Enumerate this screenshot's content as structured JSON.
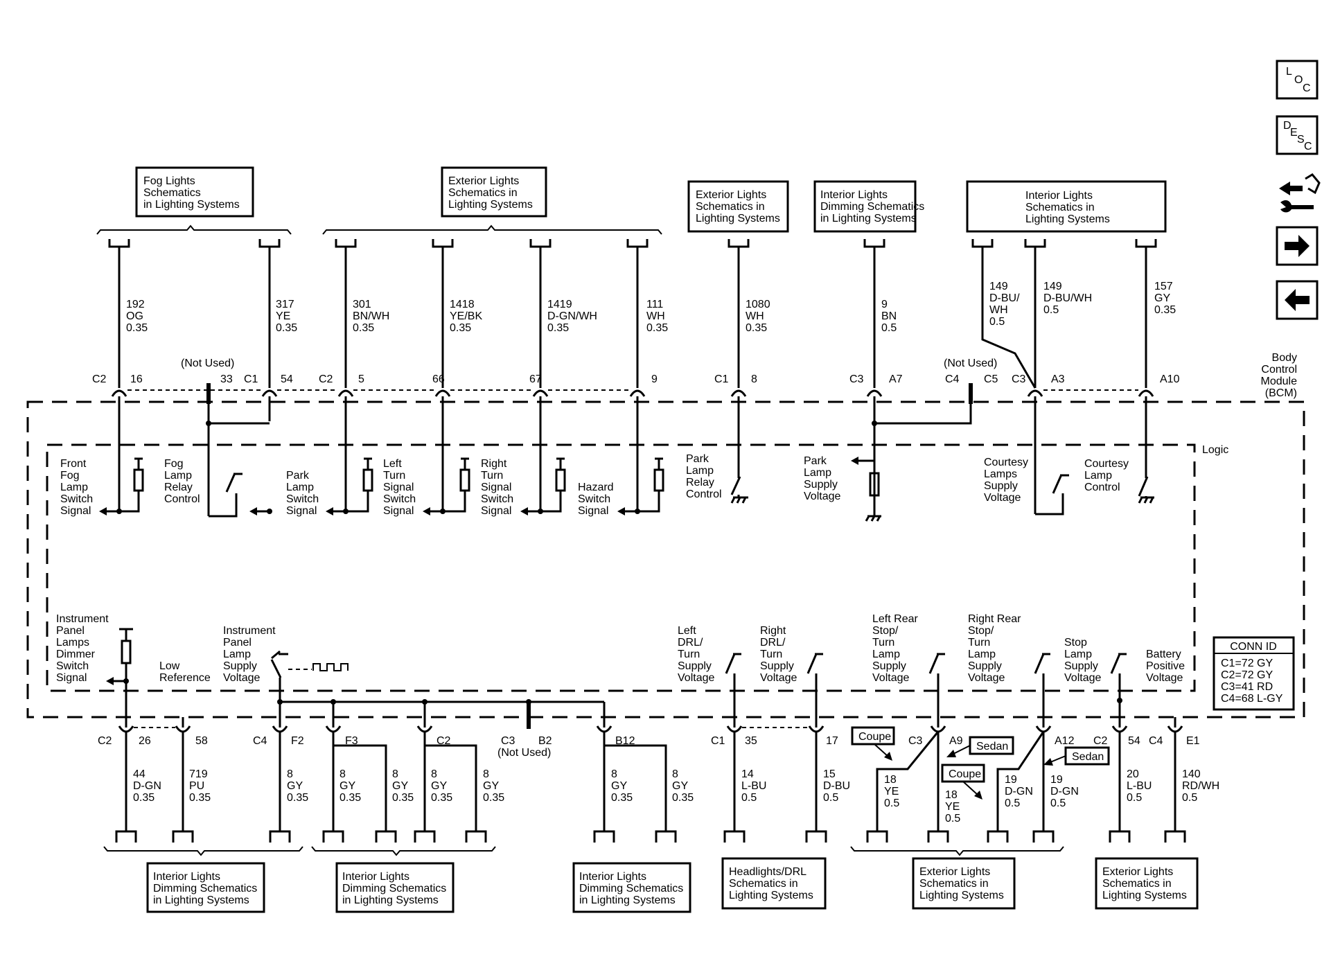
{
  "nav": {
    "loc": [
      "L",
      "O",
      "C"
    ],
    "desc": [
      "D",
      "E",
      "S",
      "C"
    ]
  },
  "module": {
    "name": [
      "Body",
      "Control",
      "Module",
      "(BCM)"
    ],
    "logic": "Logic"
  },
  "conn_id": {
    "title": "CONN ID",
    "lines": [
      "C1=72 GY",
      "C2=72 GY",
      "C3=41 RD",
      "C4=68 L-GY"
    ]
  },
  "not_used": "(Not Used)",
  "top_boxes": [
    [
      "Fog Lights",
      "Schematics",
      "in Lighting Systems"
    ],
    [
      "Exterior Lights",
      "Schematics in",
      "Lighting Systems"
    ],
    [
      "Exterior Lights",
      "Schematics in",
      "Lighting Systems"
    ],
    [
      "Interior Lights",
      "Dimming Schematics",
      "in Lighting Systems"
    ],
    [
      "Interior Lights",
      "Schematics in",
      "Lighting Systems"
    ]
  ],
  "bottom_boxes": [
    [
      "Interior Lights",
      "Dimming Schematics",
      "in Lighting Systems"
    ],
    [
      "Interior Lights",
      "Dimming Schematics",
      "in Lighting Systems"
    ],
    [
      "Interior Lights",
      "Dimming Schematics",
      "in Lighting Systems"
    ],
    [
      "Headlights/DRL",
      "Schematics in",
      "Lighting Systems"
    ],
    [
      "Exterior Lights",
      "Schematics in",
      "Lighting Systems"
    ],
    [
      "Exterior Lights",
      "Schematics in",
      "Lighting Systems"
    ]
  ],
  "top_wires": [
    [
      "192",
      "OG",
      "0.35"
    ],
    [
      "317",
      "YE",
      "0.35"
    ],
    [
      "301",
      "BN/WH",
      "0.35"
    ],
    [
      "1418",
      "YE/BK",
      "0.35"
    ],
    [
      "1419",
      "D-GN/WH",
      "0.35"
    ],
    [
      "111",
      "WH",
      "0.35"
    ],
    [
      "1080",
      "WH",
      "0.35"
    ],
    [
      "9",
      "BN",
      "0.5"
    ],
    [
      "149",
      "D-BU/",
      "WH",
      "0.5"
    ],
    [
      "149",
      "D-BU/WH",
      "0.5"
    ],
    [
      "157",
      "GY",
      "0.35"
    ]
  ],
  "top_pins": [
    "C2",
    "16",
    "33",
    "C1",
    "54",
    "C2",
    "5",
    "66",
    "67",
    "9",
    "C1",
    "8",
    "C3",
    "A7",
    "C4",
    "C5",
    "C3",
    "A3",
    "A10"
  ],
  "top_functions": [
    [
      "Front",
      "Fog",
      "Lamp",
      "Switch",
      "Signal"
    ],
    [
      "Fog",
      "Lamp",
      "Relay",
      "Control"
    ],
    [
      "Park",
      "Lamp",
      "Switch",
      "Signal"
    ],
    [
      "Left",
      "Turn",
      "Signal",
      "Switch",
      "Signal"
    ],
    [
      "Right",
      "Turn",
      "Signal",
      "Switch",
      "Signal"
    ],
    [
      "Hazard",
      "Switch",
      "Signal"
    ],
    [
      "Park",
      "Lamp",
      "Relay",
      "Control"
    ],
    [
      "Park",
      "Lamp",
      "Supply",
      "Voltage"
    ],
    [
      "Courtesy",
      "Lamps",
      "Supply",
      "Voltage"
    ],
    [
      "Courtesy",
      "Lamp",
      "Control"
    ]
  ],
  "bottom_functions": [
    [
      "Instrument",
      "Panel",
      "Lamps",
      "Dimmer",
      "Switch",
      "Signal"
    ],
    [
      "Low",
      "Reference"
    ],
    [
      "Instrument",
      "Panel",
      "Lamp",
      "Supply",
      "Voltage"
    ],
    [
      "Left",
      "DRL/",
      "Turn",
      "Supply",
      "Voltage"
    ],
    [
      "Right",
      "DRL/",
      "Turn",
      "Supply",
      "Voltage"
    ],
    [
      "Left Rear",
      "Stop/",
      "Turn",
      "Lamp",
      "Supply",
      "Voltage"
    ],
    [
      "Right Rear",
      "Stop/",
      "Turn",
      "Lamp",
      "Supply",
      "Voltage"
    ],
    [
      "Stop",
      "Lamp",
      "Supply",
      "Voltage"
    ],
    [
      "Battery",
      "Positive",
      "Voltage"
    ]
  ],
  "bottom_pins": [
    "C2",
    "26",
    "58",
    "C4",
    "F2",
    "F3",
    "C2",
    "C3",
    "B2",
    "B12",
    "C1",
    "35",
    "17",
    "C3",
    "A9",
    "A12",
    "C2",
    "54",
    "C4",
    "E1"
  ],
  "bottom_wires": [
    [
      "44",
      "D-GN",
      "0.35"
    ],
    [
      "719",
      "PU",
      "0.35"
    ],
    [
      "8",
      "GY",
      "0.35"
    ],
    [
      "8",
      "GY",
      "0.35"
    ],
    [
      "8",
      "GY",
      "0.35"
    ],
    [
      "8",
      "GY",
      "0.35"
    ],
    [
      "8",
      "GY",
      "0.35"
    ],
    [
      "8",
      "GY",
      "0.35"
    ],
    [
      "8",
      "GY",
      "0.35"
    ],
    [
      "14",
      "L-BU",
      "0.5"
    ],
    [
      "15",
      "D-BU",
      "0.5"
    ],
    [
      "18",
      "YE",
      "0.5"
    ],
    [
      "18",
      "YE",
      "0.5"
    ],
    [
      "19",
      "D-GN",
      "0.5"
    ],
    [
      "19",
      "D-GN",
      "0.5"
    ],
    [
      "20",
      "L-BU",
      "0.5"
    ],
    [
      "140",
      "RD/WH",
      "0.5"
    ]
  ],
  "options": [
    "Coupe",
    "Sedan",
    "Coupe",
    "Sedan"
  ]
}
